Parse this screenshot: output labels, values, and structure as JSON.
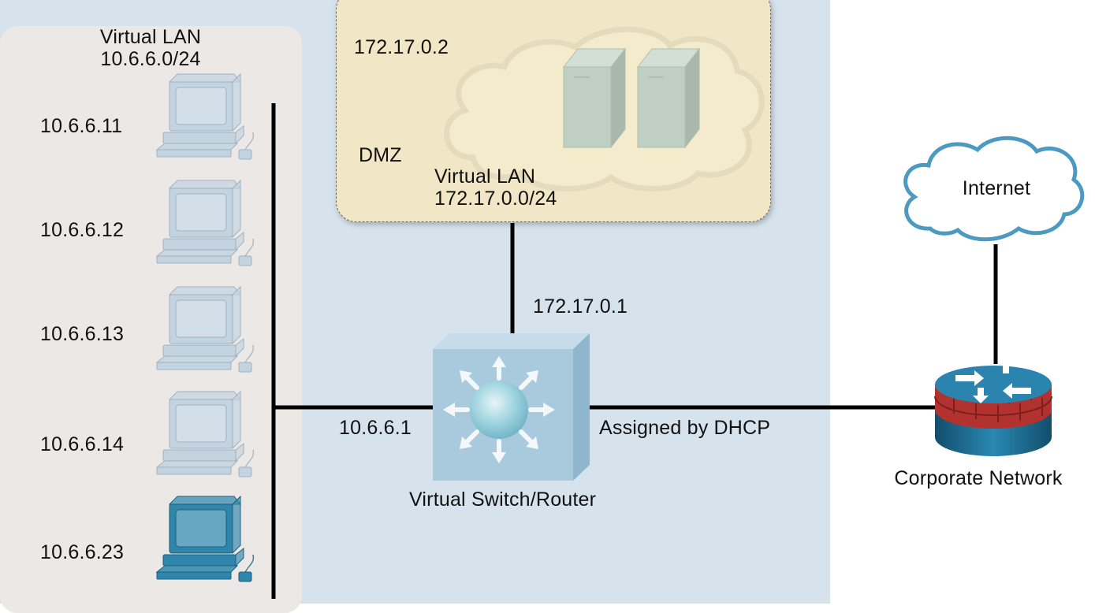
{
  "colors": {
    "virtual_zone_bg": "#d7e3ec",
    "lan_panel_bg": "#ebe8e6",
    "dmz_bg": "#f1e6c6",
    "pc_inactive": "#c3d3df",
    "pc_active": "#2f86ab",
    "switch_face": "#a9c9dd",
    "firewall_red": "#b1322f",
    "router_blue": "#1b6d95",
    "cloud_stroke": "#4c9ac1"
  },
  "lan": {
    "title_line1": "Virtual LAN",
    "title_line2": "10.6.6.0/24",
    "hosts": [
      {
        "ip": "10.6.6.11",
        "icon": "desktop-pc-icon",
        "active": false
      },
      {
        "ip": "10.6.6.12",
        "icon": "desktop-pc-icon",
        "active": false
      },
      {
        "ip": "10.6.6.13",
        "icon": "desktop-pc-icon",
        "active": false
      },
      {
        "ip": "10.6.6.14",
        "icon": "desktop-pc-icon",
        "active": false
      },
      {
        "ip": "10.6.6.23",
        "icon": "desktop-pc-icon",
        "active": true
      }
    ]
  },
  "dmz": {
    "server_ip": "172.17.0.2",
    "label": "DMZ",
    "lan_line1": "Virtual LAN",
    "lan_line2": "172.17.0.0/24",
    "icon": "server-icon"
  },
  "switch": {
    "label": "Virtual Switch/Router",
    "lan_interface_ip": "10.6.6.1",
    "dmz_interface_ip": "172.17.0.1",
    "wan_interface_label": "Assigned by DHCP",
    "icon": "multilayer-switch-icon"
  },
  "corporate": {
    "label": "Corporate Network",
    "icon": "firewall-router-icon"
  },
  "internet": {
    "label": "Internet",
    "icon": "cloud-icon"
  }
}
